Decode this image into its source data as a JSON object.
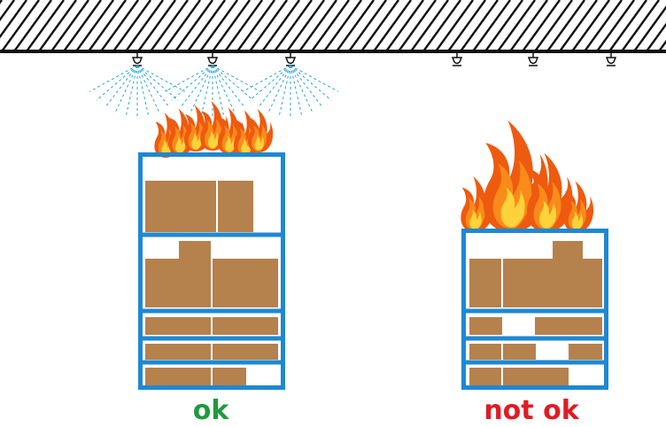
{
  "labels": {
    "ok": "ok",
    "not_ok": "not ok"
  },
  "colors": {
    "rack_frame": "#1e88d2",
    "box": "#b5814d",
    "box_seam": "#ffffff",
    "ceiling": "#111111",
    "water_spray": "#2aa6d8",
    "flame_outer": "#ee5a0f",
    "flame_mid": "#f98b1a",
    "flame_inner": "#fdd23a",
    "ok_text": "#1f9a3e",
    "not_ok_text": "#e01b24"
  },
  "icons": {
    "sprinkler": "sprinkler-head-icon",
    "fire": "fire-icon",
    "rack": "storage-rack-icon",
    "box": "cardboard-box-icon"
  },
  "scenarios": [
    {
      "label": "ok",
      "sprinklers_active": 3,
      "fire_size": "small"
    },
    {
      "label": "not ok",
      "sprinklers_active": 0,
      "fire_size": "large"
    }
  ]
}
